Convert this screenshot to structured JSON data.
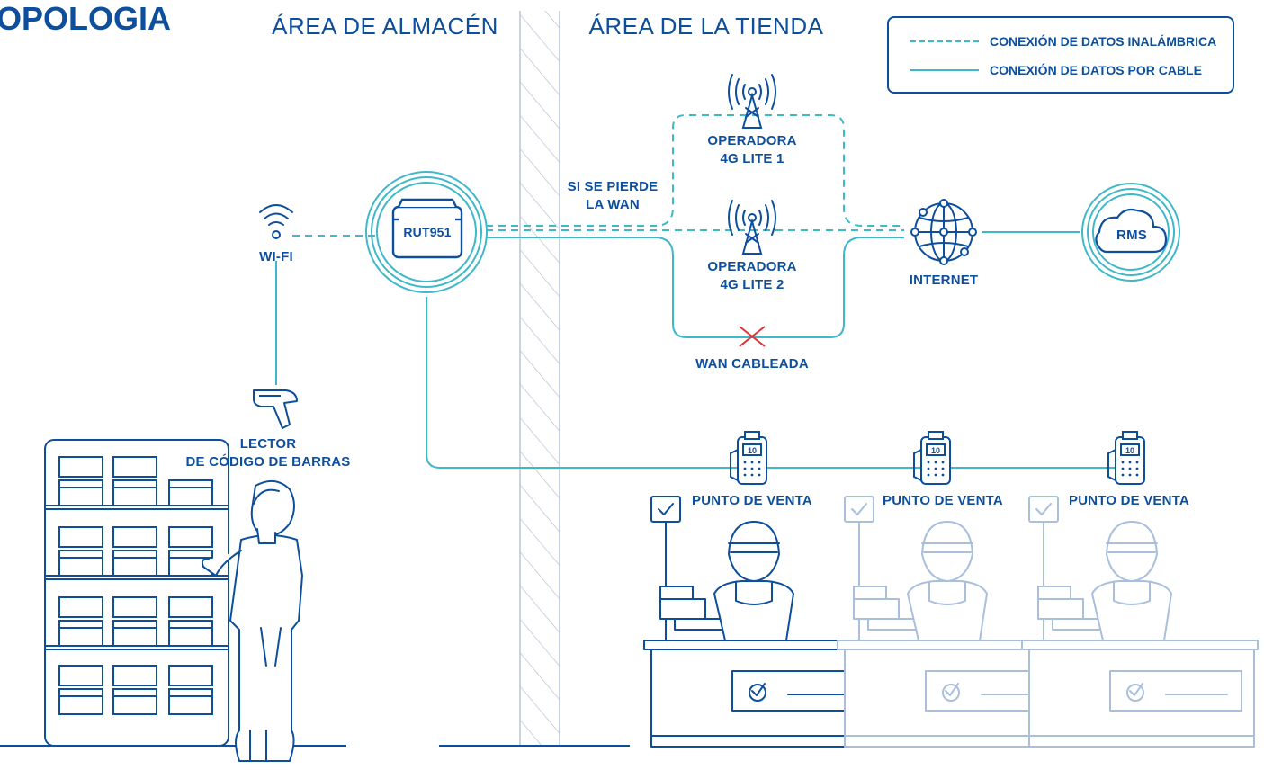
{
  "title": "OPOLOGIA",
  "areas": {
    "warehouse": "ÁREA DE ALMACÉN",
    "store": "ÁREA DE LA TIENDA"
  },
  "legend": {
    "wireless": "CONEXIÓN DE DATOS INALÁMBRICA",
    "wired": "CONEXIÓN DE DATOS POR CABLE"
  },
  "nodes": {
    "wifi": "WI-FI",
    "router": "RUT951",
    "carrier1_line1": "OPERADORA",
    "carrier1_line2": "4G LITE 1",
    "carrier2_line1": "OPERADORA",
    "carrier2_line2": "4G LITE 2",
    "failover_line1": "SI SE PIERDE",
    "failover_line2": "LA WAN",
    "wired_wan": "WAN CABLEADA",
    "internet": "INTERNET",
    "rms": "RMS",
    "scanner_line1": "LECTOR",
    "scanner_line2": "DE CÓDIGO DE BARRAS",
    "pos1": "PUNTO DE VENTA",
    "pos2": "PUNTO DE VENTA",
    "pos3": "PUNTO DE VENTA",
    "pos_screen": "10"
  },
  "colors": {
    "primary": "#0d4f9c",
    "connection": "#3fb8c8",
    "faded": "#a9bfdc",
    "failure": "#e0333a",
    "wall_hatch": "#b9c6d6"
  }
}
